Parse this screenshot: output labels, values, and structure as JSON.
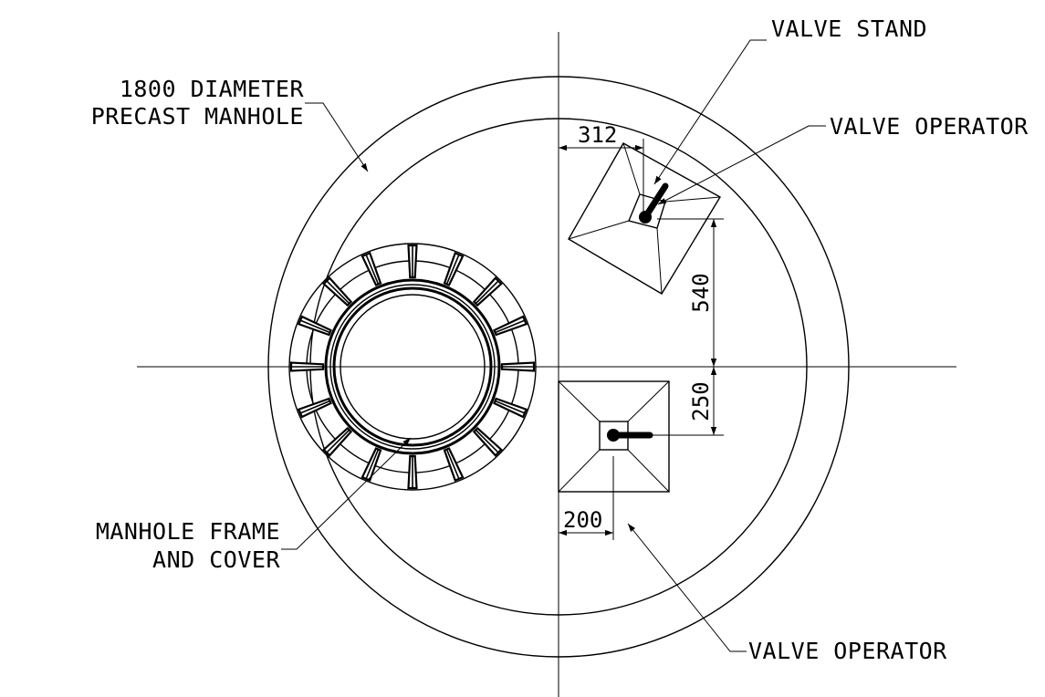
{
  "labels": {
    "manhole_line1": "1800 DIAMETER",
    "manhole_line2": "PRECAST MANHOLE",
    "valve_stand": "VALVE STAND",
    "valve_operator_top": "VALVE OPERATOR",
    "frame_line1": "MANHOLE FRAME",
    "frame_line2": "AND COVER",
    "valve_operator_bottom": "VALVE OPERATOR"
  },
  "dimensions": {
    "d312": "312",
    "d540": "540",
    "d250": "250",
    "d200": "200"
  }
}
